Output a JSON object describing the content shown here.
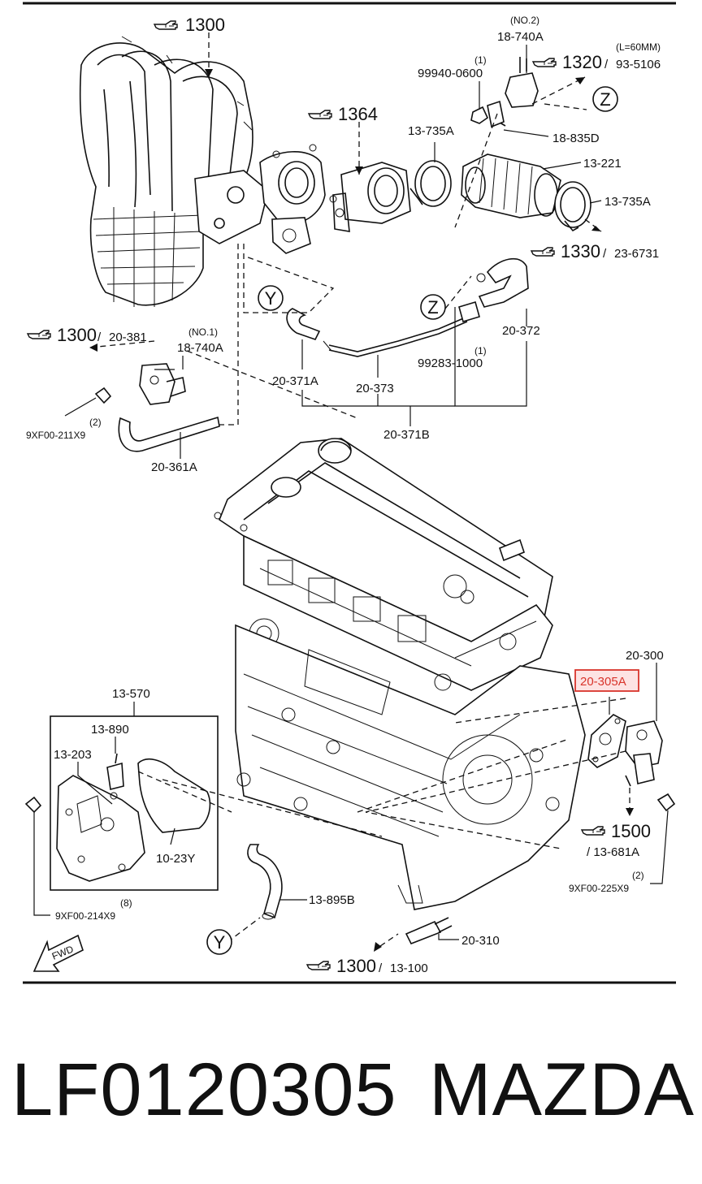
{
  "diagram": {
    "refs": {
      "r1300_top": {
        "main": "1300",
        "sub": ""
      },
      "r1364": {
        "main": "1364",
        "sub": ""
      },
      "r1320": {
        "main": "1320",
        "sub": "93-5106",
        "note": "(L=60MM)"
      },
      "r1330": {
        "main": "1330",
        "sub": "23-6731"
      },
      "r1300_left": {
        "main": "1300",
        "sub": "20-381"
      },
      "r1500": {
        "main": "1500",
        "sub": "/ 13-681A"
      },
      "r1300_bottom": {
        "main": "1300",
        "sub": "13-100"
      }
    },
    "labels": {
      "no2": "(NO.2)",
      "p18_740A_top": "18-740A",
      "qty_1_a": "(1)",
      "p99940": "99940-0600",
      "p13_735A_top": "13-735A",
      "p18_835D": "18-835D",
      "p13_221": "13-221",
      "p13_735A_right": "13-735A",
      "p20_372": "20-372",
      "qty_1_b": "(1)",
      "p99283": "99283-1000",
      "p20_371A": "20-371A",
      "p20_373": "20-373",
      "p20_371B": "20-371B",
      "no1": "(NO.1)",
      "p18_740A_left": "18-740A",
      "qty_2_a": "(2)",
      "p9XF00_211X9": "9XF00-211X9",
      "p20_361A": "20-361A",
      "p20_300": "20-300",
      "p20_305A": "20-305A",
      "p13_570": "13-570",
      "p13_890": "13-890",
      "p13_203": "13-203",
      "p10_23Y": "10-23Y",
      "qty_8": "(8)",
      "p9XF00_214X9": "9XF00-214X9",
      "p13_895B": "13-895B",
      "p20_310": "20-310",
      "qty_2_b": "(2)",
      "p9XF00_225X9": "9XF00-225X9",
      "z_mark_a": "Z",
      "z_mark_b": "Z",
      "y_mark_a": "Y",
      "y_mark_b": "Y",
      "fwd": "FWD"
    },
    "highlight_color": "#d9342b"
  },
  "footer": {
    "part_number": "LF0120305",
    "brand": "MAZDA"
  }
}
